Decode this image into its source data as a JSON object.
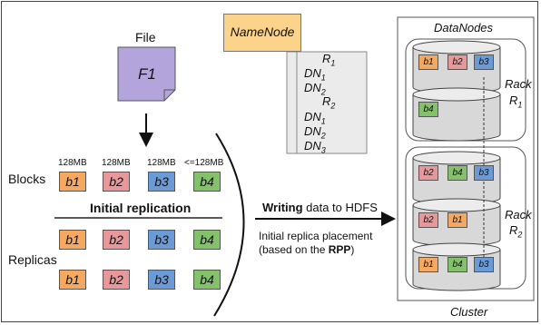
{
  "colors": {
    "b1": "#f5a860",
    "b2": "#e8989a",
    "b3": "#6b9bd6",
    "b4": "#83c16a",
    "namenode": "#fcd38a",
    "file": "#b3a5dc",
    "gray": "#dcdcdc"
  },
  "file": {
    "title": "File",
    "name": "F1"
  },
  "namenode": {
    "title": "NameNode",
    "entries": [
      {
        "text": "R1",
        "base": "R",
        "sub": "1"
      },
      {
        "text": "DN1",
        "base": "DN",
        "sub": "1"
      },
      {
        "text": "DN2",
        "base": "DN",
        "sub": "2"
      },
      {
        "text": "R2",
        "base": "R",
        "sub": "2"
      },
      {
        "text": "DN1",
        "base": "DN",
        "sub": "1"
      },
      {
        "text": "DN2",
        "base": "DN",
        "sub": "2"
      },
      {
        "text": "DN3",
        "base": "DN",
        "sub": "3"
      }
    ]
  },
  "blocks": {
    "label": "Blocks",
    "sizes": [
      "128MB",
      "128MB",
      "128MB",
      "<=128MB"
    ],
    "names": [
      "b1",
      "b2",
      "b3",
      "b4"
    ]
  },
  "replication": {
    "title": "Initial replication"
  },
  "replicas": {
    "label": "Replicas",
    "rows": [
      [
        "b1",
        "b2",
        "b3",
        "b4"
      ],
      [
        "b1",
        "b2",
        "b3",
        "b4"
      ]
    ]
  },
  "writing": {
    "bold": "Writing",
    "rest": " data to HDFS",
    "line1": "Initial replica placement",
    "line2_pre": "(based on the ",
    "line2_bold": "RPP",
    "line2_post": ")"
  },
  "cluster": {
    "title": "DataNodes",
    "label": "Cluster",
    "racks": [
      {
        "name": "Rack",
        "sub": "R1",
        "base": "R",
        "num": "1",
        "nodes": [
          [
            "b1",
            "b2",
            "b3"
          ],
          [
            "b4"
          ]
        ]
      },
      {
        "name": "Rack",
        "sub": "R2",
        "base": "R",
        "num": "2",
        "nodes": [
          [
            "b2",
            "b4",
            "b3"
          ],
          [
            "b2",
            "b1"
          ],
          [
            "b1",
            "b4",
            "b3"
          ]
        ]
      }
    ]
  }
}
